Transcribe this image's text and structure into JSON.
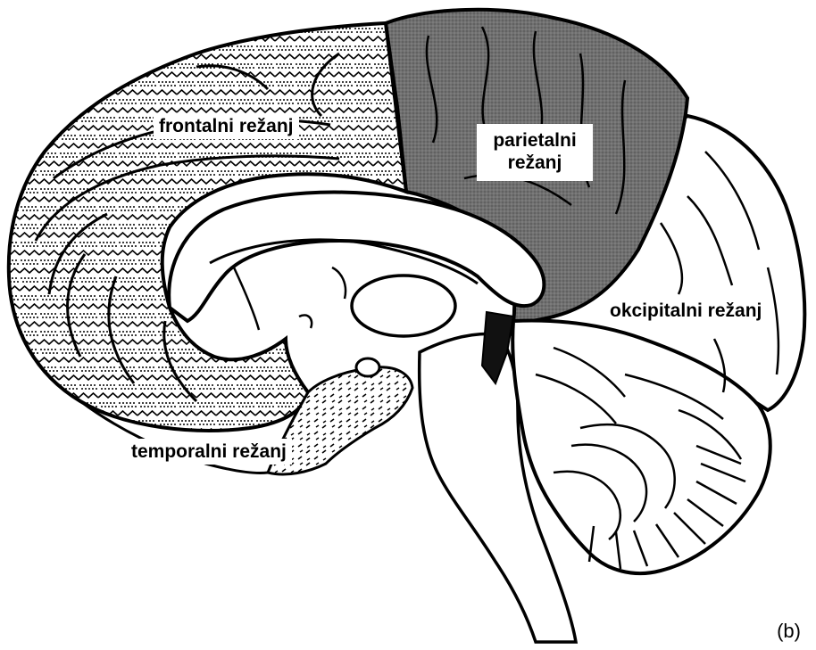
{
  "figure": {
    "panel_tag": "(b)",
    "lobes": {
      "frontal": {
        "label": "frontalni režanj"
      },
      "parietal": {
        "label_line1": "parietalni",
        "label_line2": "režanj"
      },
      "occipital": {
        "label": "okcipitalni režanj"
      },
      "temporal": {
        "label": "temporalni režanj"
      }
    }
  },
  "colors": {
    "outline": "#000000",
    "parietal_fill": "#6e6e6e",
    "frontal_pattern": "zigzag-dotted",
    "temporal_pattern": "dashes"
  }
}
